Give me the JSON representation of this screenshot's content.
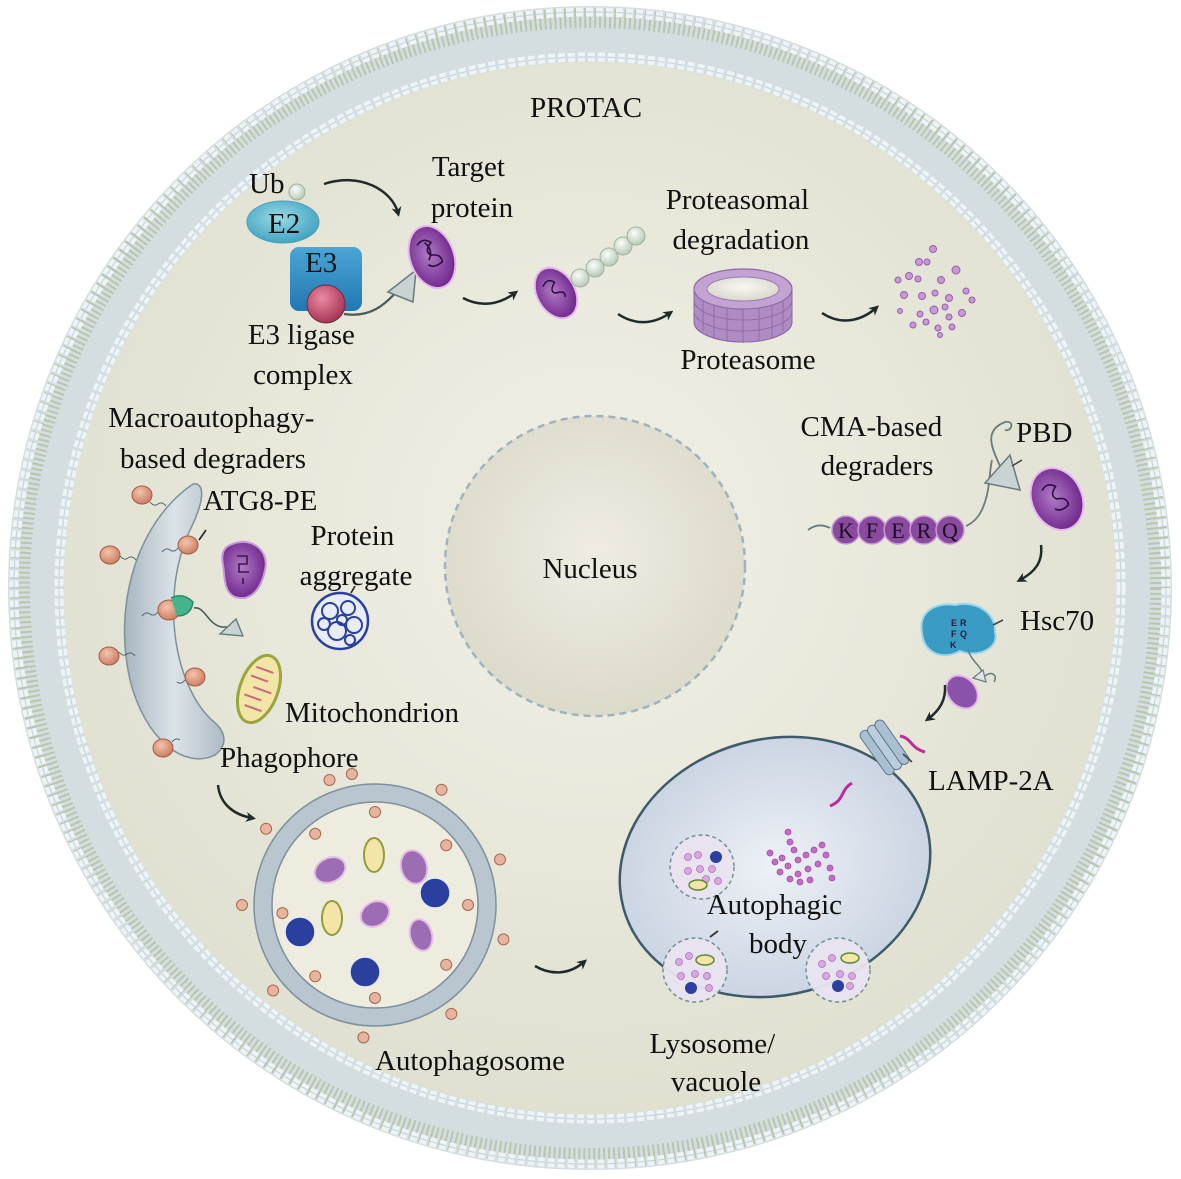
{
  "title": "PROTAC",
  "colors": {
    "cytoplasm": "#e6e5d6",
    "membrane_head": "#c8dce4",
    "membrane_tail": "#b5c7ae",
    "protein": "#8a3ba0",
    "aggregate": "#2b3f9e",
    "ubiquitin": "#dfe7dc",
    "e2": "#5fb9d2",
    "e3": "#2f8fc6",
    "e3_ligand": "#c8506f",
    "proteasome": "#b08cc4",
    "phagophore": "#b9c6cf",
    "atg8": "#e0a58c",
    "mitochondrion_fill": "#f2e3a4",
    "mitochondrion_edge": "#8f9d3b",
    "hsc70": "#3a9cc5",
    "lysosome": "#cfd8e6",
    "lamp2a": "#a9bfd2",
    "lamp_tail": "#c02a9a",
    "arrow": "#1f2a2a"
  },
  "protac": {
    "ub_label": "Ub",
    "e2_label": "E2",
    "e3_label": "E3",
    "e3_complex_label_line1": "E3 ligase",
    "e3_complex_label_line2": "complex",
    "target_label_line1": "Target",
    "target_label_line2": "protein",
    "degradation_label_line1": "Proteasomal",
    "degradation_label_line2": "degradation",
    "proteasome_label": "Proteasome"
  },
  "macroautophagy": {
    "title_line1": "Macroautophagy-",
    "title_line2": "based degraders",
    "atg8_label": "ATG8-PE",
    "aggregate_label_line1": "Protein",
    "aggregate_label_line2": "aggregate",
    "mitochondrion_label": "Mitochondrion",
    "phagophore_label": "Phagophore",
    "autophagosome_label": "Autophagosome"
  },
  "nucleus": {
    "label": "Nucleus"
  },
  "cma": {
    "title_line1": "CMA-based",
    "title_line2": "degraders",
    "pbd_label": "PBD",
    "motif": [
      "K",
      "F",
      "E",
      "R",
      "Q"
    ],
    "hsc70_label": "Hsc70",
    "hsc70_motif": [
      "E",
      "R",
      "F",
      "Q",
      "K"
    ],
    "lamp_label": "LAMP-2A"
  },
  "lysosome": {
    "autophagic_body_line1": "Autophagic",
    "autophagic_body_line2": "body",
    "label_line1": "Lysosome/",
    "label_line2": "vacuole"
  }
}
